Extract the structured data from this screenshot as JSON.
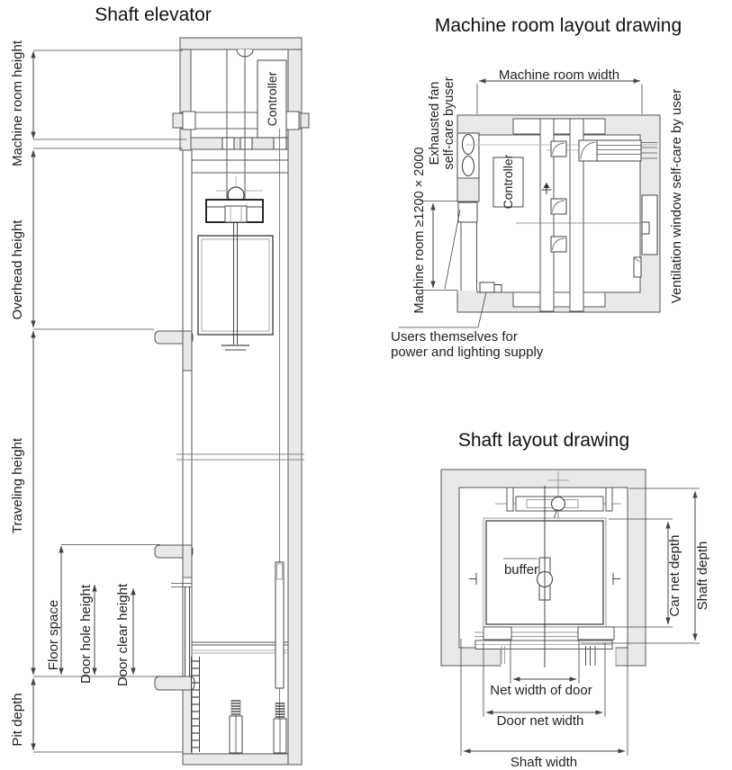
{
  "colors": {
    "wall_fill": "#e9e9e9",
    "line": "#4a4a4a",
    "light_line": "#b0b0b0"
  },
  "shaft_elevator": {
    "title": "Shaft elevator",
    "labels": {
      "machine_room_height": "Machine room height",
      "overhead_height": "Overhead height",
      "traveling_height": "Traveling height",
      "floor_space": "Floor space",
      "door_hole_height": "Door hole height",
      "door_clear_height": "Door clear height",
      "pit_depth": "Pit depth",
      "controller": "Controller"
    }
  },
  "machine_room": {
    "title": "Machine room layout drawing",
    "labels": {
      "machine_room_width": "Machine room width",
      "exhausted_fan_1": "Exhausted fan",
      "exhausted_fan_2": "self-care byuser",
      "room_min_size": "Machine room ≥1200 × 2000",
      "controller": "Controller",
      "ventilation_window": "Ventilation window self-care by user",
      "users_supply_1": "Users themselves for",
      "users_supply_2": "power and lighting supply"
    }
  },
  "shaft_layout": {
    "title": "Shaft layout drawing",
    "labels": {
      "buffer": "buffer",
      "car_net_depth": "Car net depth",
      "shaft_depth": "Shaft depth",
      "net_width_of_door": "Net width of door",
      "door_net_width": "Door net width",
      "shaft_width": "Shaft width"
    }
  }
}
